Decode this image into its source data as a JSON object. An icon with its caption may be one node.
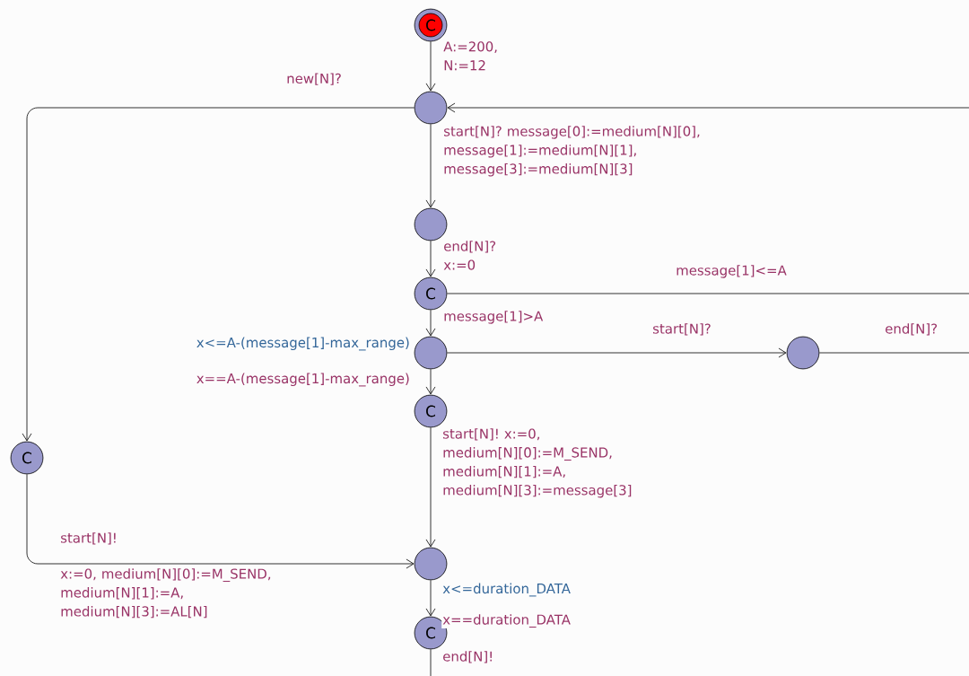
{
  "diagram": {
    "nodes": [
      {
        "text": [
          "C"
        ]
      },
      {
        "text": [],
        "shape": "circle"
      },
      {
        "text": [],
        "shape": "circle"
      },
      {
        "text": [
          "C"
        ]
      },
      {
        "text": [],
        "shape": "circle",
        "beside": [
          "x<=A-(message[1]-max_range)"
        ]
      },
      {
        "text": [],
        "shape": "circle"
      },
      {
        "text": [
          "C"
        ]
      },
      {
        "text": [
          "C"
        ]
      },
      {
        "text": [],
        "shape": "circle",
        "beside": [
          "x<=duration_DATA"
        ]
      },
      {
        "text": [
          "C"
        ]
      }
    ],
    "edges": [
      {
        "from": 0,
        "to": 1,
        "arrow": "to",
        "label": "A:=200, N:=12"
      },
      {
        "from": 1,
        "to": 7,
        "arrow": "to",
        "label": "new[N]?"
      },
      {
        "from": 1,
        "to": 2,
        "arrow": "to",
        "label": "start[N]? message[0]:=medium[N][0], message[1]:=medium[N][1], message[3]:=medium[N][3]"
      },
      {
        "from": 2,
        "to": 3,
        "arrow": "to",
        "label": "end[N]? x:=0"
      },
      {
        "from": 3,
        "to": 4,
        "arrow": "to",
        "label": "message[1]>A"
      },
      {
        "from": 3,
        "to": null,
        "arrow": "none",
        "label": "message[1]<=A"
      },
      {
        "from": 4,
        "to": 5,
        "arrow": "to",
        "label": "start[N]?"
      },
      {
        "from": 5,
        "to": null,
        "arrow": "none",
        "label": "end[N]?"
      },
      {
        "from": null,
        "to": 1,
        "arrow": "to"
      },
      {
        "from": 4,
        "to": 6,
        "arrow": "to",
        "label": "x==A-(message[1]-max_range)"
      },
      {
        "from": 6,
        "to": 8,
        "arrow": "to",
        "label": "start[N]! x:=0, medium[N][0]:=M_SEND, medium[N][1]:=A, medium[N][3]:=message[3]"
      },
      {
        "from": 7,
        "to": 8,
        "arrow": "to",
        "label": "start[N]!"
      },
      {
        "from": 8,
        "to": 9,
        "arrow": "to",
        "label": "x==duration_DATA"
      },
      {
        "from": 9,
        "to": null,
        "arrow": "none",
        "label": "end[N]!"
      }
    ],
    "labels": [
      "x:=0, medium[N][0]:=M_SEND, medium[N][1]:=A, medium[N][3]:=AL[N]"
    ]
  }
}
